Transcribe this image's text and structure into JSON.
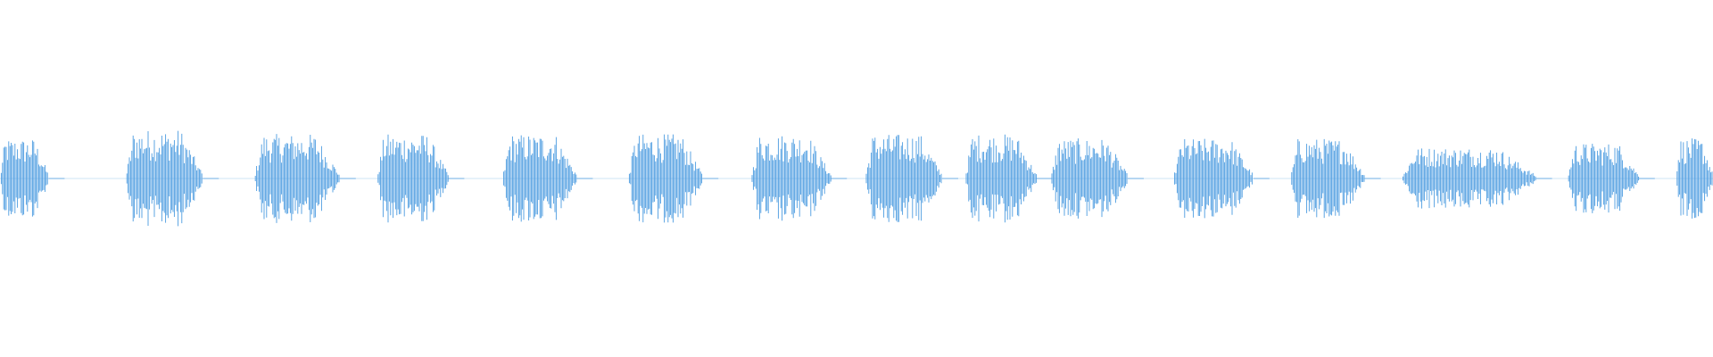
{
  "waveform": {
    "color": "#4b9be0",
    "background": "#ffffff",
    "total_duration_s": 30.0,
    "peak_amplitude": 0.1,
    "segments": [
      {
        "start_s": 0.0,
        "end_s": 0.85,
        "amplitude": 0.045
      },
      {
        "start_s": 2.2,
        "end_s": 3.55,
        "amplitude": 0.055
      },
      {
        "start_s": 4.45,
        "end_s": 5.95,
        "amplitude": 0.05
      },
      {
        "start_s": 6.6,
        "end_s": 7.85,
        "amplitude": 0.05
      },
      {
        "start_s": 8.8,
        "end_s": 10.1,
        "amplitude": 0.05
      },
      {
        "start_s": 11.0,
        "end_s": 12.3,
        "amplitude": 0.05
      },
      {
        "start_s": 13.15,
        "end_s": 14.55,
        "amplitude": 0.05
      },
      {
        "start_s": 15.15,
        "end_s": 16.5,
        "amplitude": 0.05
      },
      {
        "start_s": 16.9,
        "end_s": 18.15,
        "amplitude": 0.05
      },
      {
        "start_s": 18.4,
        "end_s": 19.75,
        "amplitude": 0.045
      },
      {
        "start_s": 20.55,
        "end_s": 21.95,
        "amplitude": 0.045
      },
      {
        "start_s": 22.6,
        "end_s": 23.9,
        "amplitude": 0.045
      },
      {
        "start_s": 24.55,
        "end_s": 26.9,
        "amplitude": 0.035
      },
      {
        "start_s": 27.45,
        "end_s": 28.7,
        "amplitude": 0.04
      },
      {
        "start_s": 29.35,
        "end_s": 30.0,
        "amplitude": 0.045
      }
    ]
  }
}
